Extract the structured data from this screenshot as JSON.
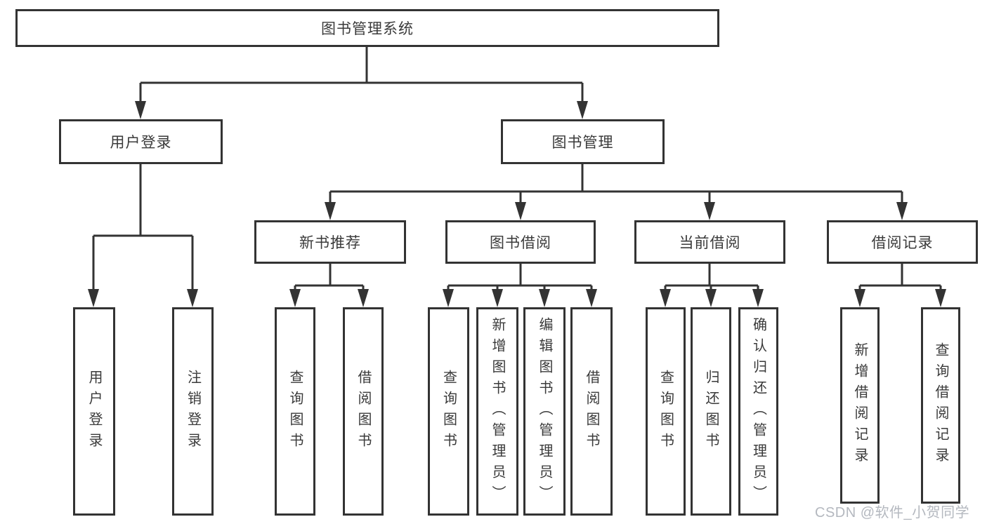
{
  "tree": {
    "root": {
      "label": "图书管理系统"
    },
    "level2": [
      {
        "label": "用户登录",
        "children": [
          "用户登录",
          "注销登录"
        ]
      },
      {
        "label": "图书管理"
      }
    ],
    "level3": [
      {
        "label": "新书推荐",
        "children": [
          "查询图书",
          "借阅图书"
        ]
      },
      {
        "label": "图书借阅",
        "children": [
          "查询图书",
          "新增图书（管理员）",
          "编辑图书（管理员）",
          "借阅图书"
        ]
      },
      {
        "label": "当前借阅",
        "children": [
          "查询图书",
          "归还图书",
          "确认归还（管理员）"
        ]
      },
      {
        "label": "借阅记录",
        "children": [
          "新增借阅记录",
          "查询借阅记录"
        ]
      }
    ]
  },
  "watermark": "CSDN @软件_小贺同学",
  "colors": {
    "line": "#333333",
    "box_border": "#333333",
    "text": "#3a3a3a",
    "background": "#ffffff",
    "watermark": "#b4b8bf"
  }
}
